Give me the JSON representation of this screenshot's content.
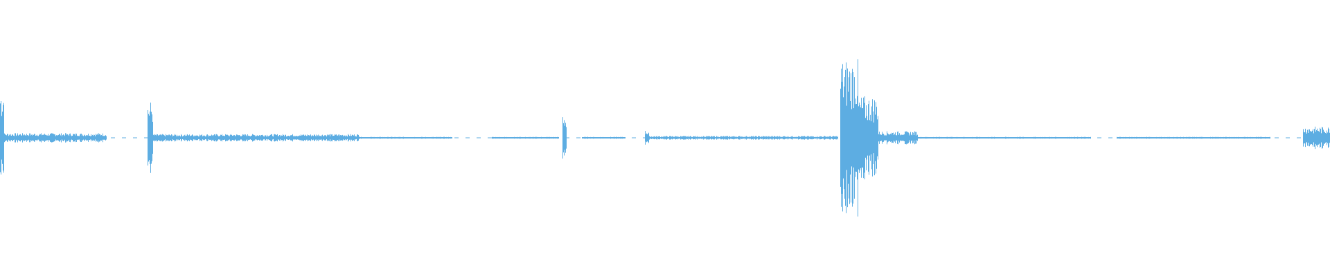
{
  "waveform": {
    "color": "#5dade2",
    "background": "#ffffff",
    "segments": [
      {
        "start": 0.0,
        "end": 0.003,
        "level": 0.55
      },
      {
        "start": 0.003,
        "end": 0.08,
        "level": 0.05
      },
      {
        "start": 0.111,
        "end": 0.115,
        "level": 0.4
      },
      {
        "start": 0.115,
        "end": 0.27,
        "level": 0.04
      },
      {
        "start": 0.27,
        "end": 0.34,
        "level": 0.01
      },
      {
        "start": 0.37,
        "end": 0.42,
        "level": 0.01
      },
      {
        "start": 0.423,
        "end": 0.426,
        "level": 0.25
      },
      {
        "start": 0.438,
        "end": 0.47,
        "level": 0.01
      },
      {
        "start": 0.485,
        "end": 0.488,
        "level": 0.08
      },
      {
        "start": 0.488,
        "end": 0.63,
        "level": 0.02
      },
      {
        "start": 0.632,
        "end": 0.645,
        "level": 0.85
      },
      {
        "start": 0.645,
        "end": 0.66,
        "level": 0.45
      },
      {
        "start": 0.66,
        "end": 0.69,
        "level": 0.07
      },
      {
        "start": 0.69,
        "end": 0.82,
        "level": 0.01
      },
      {
        "start": 0.84,
        "end": 0.955,
        "level": 0.01
      },
      {
        "start": 0.98,
        "end": 1.0,
        "level": 0.12
      }
    ]
  }
}
